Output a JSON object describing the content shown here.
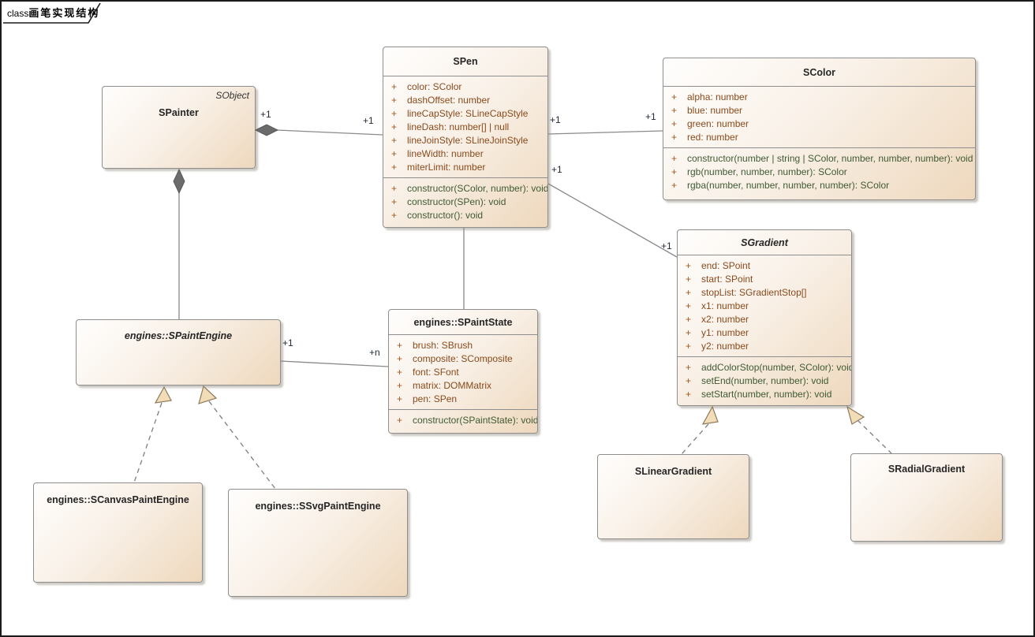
{
  "frame": {
    "keyword": "class",
    "title": "画笔实现结构"
  },
  "visibility_public": "+",
  "colors": {
    "box_fill_light": "#fffefd",
    "box_fill_dark": "#eed8bd",
    "box_border": "#8e8e8e",
    "attribute_text": "#8a4a1c",
    "operation_text": "#3f5a33",
    "visibility_marker": "#a3561d",
    "triangle_fill": "#f1ddb8",
    "diamond_fill": "#6b6b6b",
    "line": "#8a8a8a"
  },
  "classes": {
    "spainter": {
      "name": "SPainter",
      "annotation": "SObject"
    },
    "spen": {
      "name": "SPen",
      "attributes": [
        "color: SColor",
        "dashOffset: number",
        "lineCapStyle: SLineCapStyle",
        "lineDash: number[] | null",
        "lineJoinStyle: SLineJoinStyle",
        "lineWidth: number",
        "miterLimit: number"
      ],
      "operations": [
        "constructor(SColor, number): void",
        "constructor(SPen): void",
        "constructor(): void"
      ]
    },
    "scolor": {
      "name": "SColor",
      "attributes": [
        "alpha: number",
        "blue: number",
        "green: number",
        "red: number"
      ],
      "operations": [
        "constructor(number | string | SColor, number, number, number): void",
        "rgb(number, number, number): SColor",
        "rgba(number, number, number, number): SColor"
      ]
    },
    "sgradient": {
      "name": "SGradient",
      "attributes": [
        "end: SPoint",
        "start: SPoint",
        "stopList: SGradientStop[]",
        "x1: number",
        "x2: number",
        "y1: number",
        "y2: number"
      ],
      "operations": [
        "addColorStop(number, SColor): void",
        "setEnd(number, number): void",
        "setStart(number, number): void"
      ]
    },
    "spaintstate": {
      "name": "engines::SPaintState",
      "attributes": [
        "brush: SBrush",
        "composite: SComposite",
        "font: SFont",
        "matrix: DOMMatrix",
        "pen: SPen"
      ],
      "operations": [
        "constructor(SPaintState): void"
      ]
    },
    "spaintengine": {
      "name": "engines::SPaintEngine"
    },
    "scanvaspaintengine": {
      "name": "engines::SCanvasPaintEngine"
    },
    "ssvgpaintengine": {
      "name": "engines::SSvgPaintEngine"
    },
    "slineargradient": {
      "name": "SLinearGradient"
    },
    "sradialgradient": {
      "name": "SRadialGradient"
    }
  },
  "rel_labels": [
    "+1",
    "+1",
    "+1",
    "+1",
    "+1",
    "+1",
    "+1",
    "+n"
  ]
}
